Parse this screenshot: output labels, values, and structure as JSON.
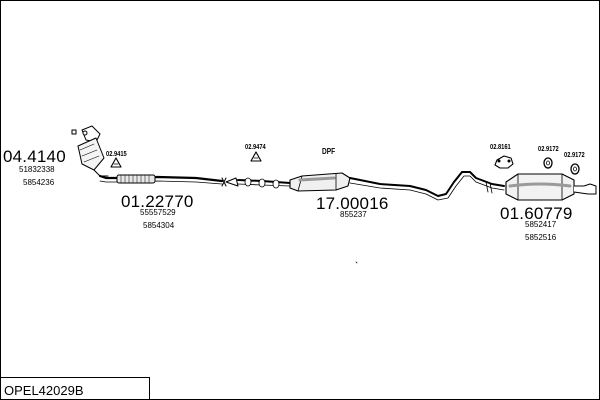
{
  "title": "OPEL42029B",
  "parts": [
    {
      "id": "04.4140",
      "refs": [
        "51832338",
        "5854236"
      ]
    },
    {
      "id": "01.22770",
      "refs": [
        "55557529",
        "5854304"
      ]
    },
    {
      "id": "17.00016",
      "refs": [
        "855237"
      ]
    },
    {
      "id": "01.60779",
      "refs": [
        "5852417",
        "5852516"
      ]
    }
  ],
  "fittings": [
    "02.9415",
    "02.9474",
    "02.8161",
    "02.9172",
    "02.9172"
  ],
  "dpf_label": "DPF"
}
